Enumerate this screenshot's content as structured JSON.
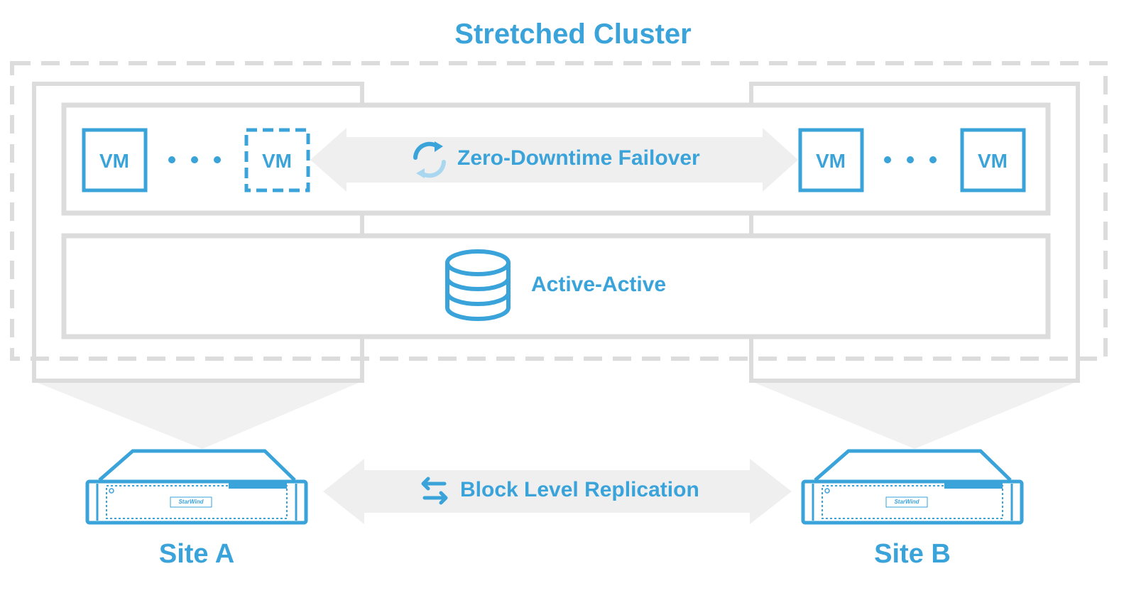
{
  "title": "Stretched Cluster",
  "vm_label": "VM",
  "failover_label": "Zero-Downtime Failover",
  "storage_label": "Active-Active",
  "replication_label": "Block Level Replication",
  "site_a_label": "Site A",
  "site_b_label": "Site B",
  "server_brand": "StarWind",
  "icons": {
    "failover": "refresh-icon",
    "storage": "database-icon",
    "replication": "swap-arrows-icon",
    "server": "server-rack-icon"
  },
  "colors": {
    "accent": "#3aa3da",
    "frame": "#dcdcdc",
    "arrow_fill": "#efefef"
  }
}
